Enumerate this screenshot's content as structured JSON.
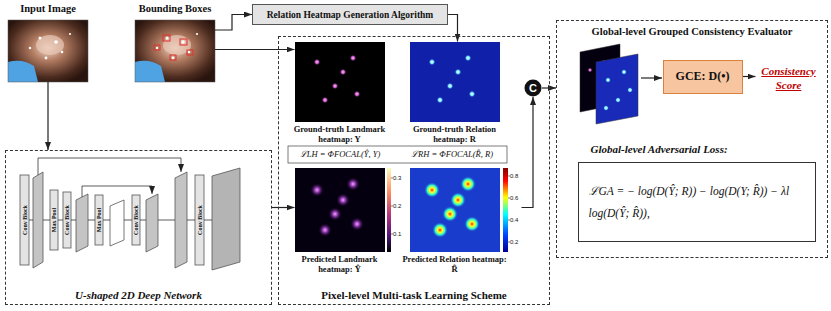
{
  "diagram": {
    "nodes": [
      {
        "text": [
          "Input Image"
        ]
      },
      {
        "text": [
          "Bounding Boxes"
        ]
      },
      {
        "text": [
          "Relation Heatmap Generation Algorithm"
        ]
      },
      {
        "text": [
          "U-shaped 2D Deep Network"
        ]
      },
      {
        "text": [
          "Pixel-level Multi-task Learning Scheme"
        ]
      },
      {
        "text": [
          "Ground-truth Landmark heatmap: Y"
        ],
        "in": 4
      },
      {
        "text": [
          "Ground-truth Relation heatmap: R"
        ],
        "in": 4
      },
      {
        "text": [
          "Predicted Landmark heatmap: Ŷ"
        ],
        "in": 4
      },
      {
        "text": [
          "Predicted Relation heatmap: R̂"
        ],
        "in": 4
      },
      {
        "text": [
          "C"
        ]
      },
      {
        "text": [
          "Global-level Grouped Consistency Evaluator"
        ]
      },
      {
        "text": [
          "GCE: D(•)"
        ],
        "in": 10
      },
      {
        "text": [
          "Consistency Score"
        ],
        "in": 10
      },
      {
        "text": [
          "Global-level Adversarial Loss:",
          "ℒGA = − log(D(Ŷ; R)) − log(D(Y; R̂)) − λl log(D(Ŷ; R̂)),"
        ],
        "in": 10
      }
    ],
    "edges": [
      {
        "from": 0,
        "to": 3,
        "arrow": "to"
      },
      {
        "from": 1,
        "to": 2,
        "arrow": "to"
      },
      {
        "from": 1,
        "to": 5,
        "arrow": "to"
      },
      {
        "from": 2,
        "to": 6,
        "arrow": "to"
      },
      {
        "from": 3,
        "to": 7,
        "arrow": "to"
      },
      {
        "from": 8,
        "to": 9,
        "arrow": "to"
      },
      {
        "from": 9,
        "to": 10,
        "arrow": "to"
      },
      {
        "from": 11,
        "to": 12,
        "arrow": "to"
      }
    ],
    "labels": [
      "ℒLH = ΦFOCAL(Ŷ, Y)",
      "ℒRH = ΦFOCAL(R̂, R)",
      "Conv Block",
      "Max Pool",
      "Conv Block",
      "Max Pool",
      "Conv Block",
      "Conv Block",
      "0.3",
      "0.2",
      "0.1",
      "0.8",
      "0.6",
      "0.4",
      "0.2"
    ]
  }
}
